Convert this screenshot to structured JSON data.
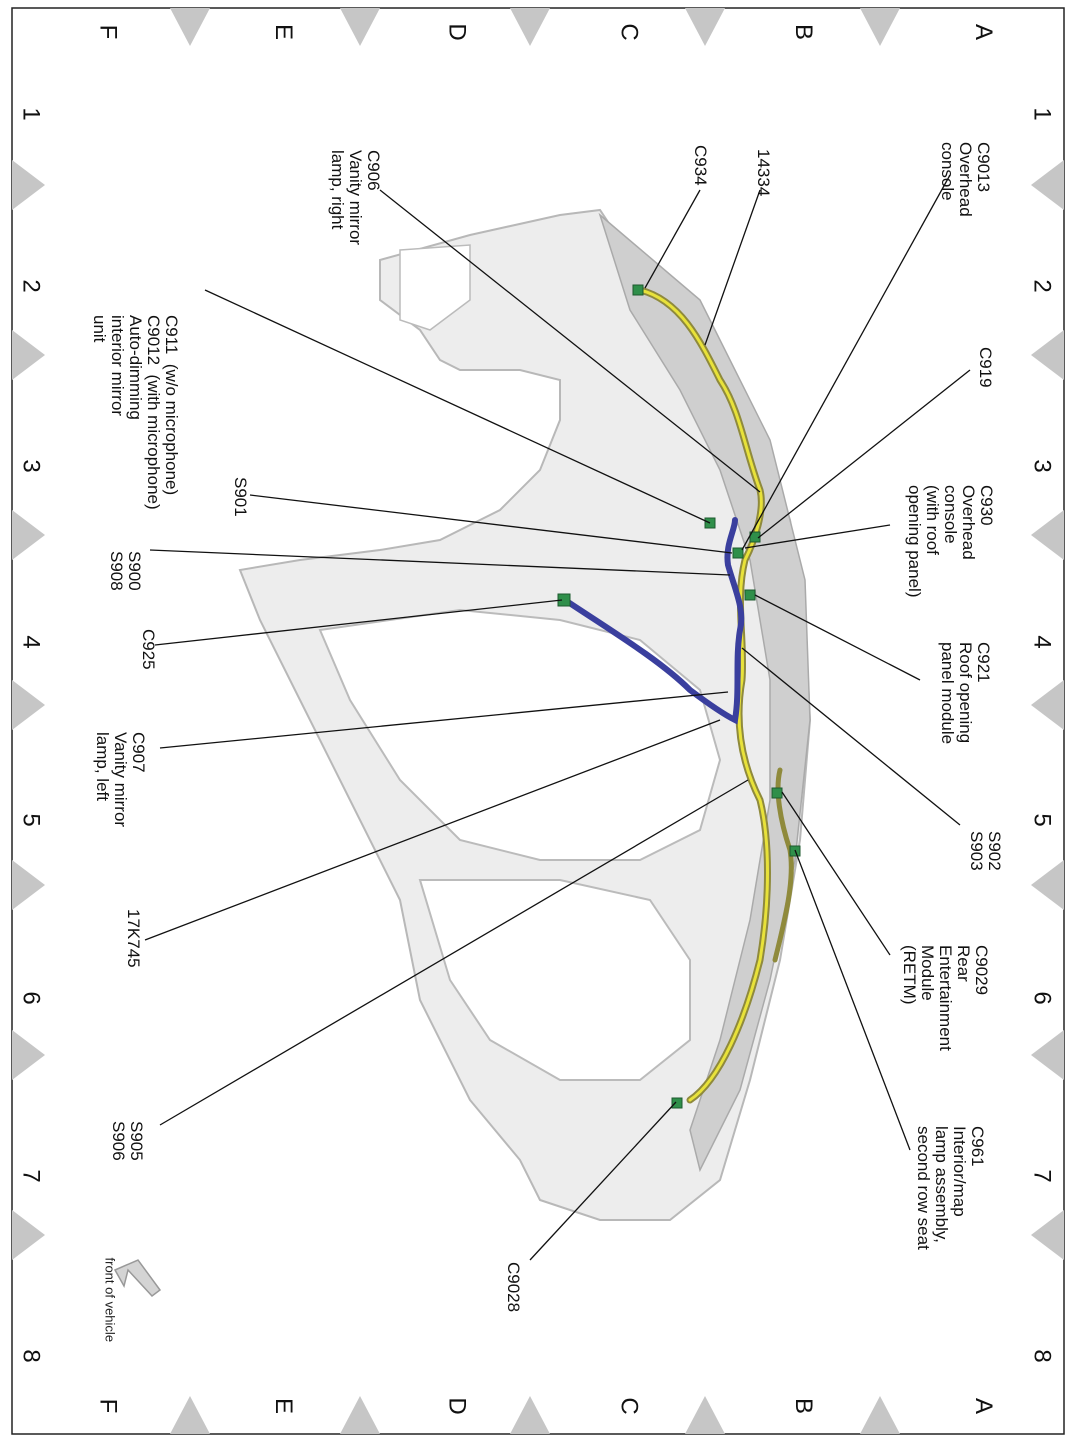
{
  "grid": {
    "rows": [
      "A",
      "B",
      "C",
      "D",
      "E",
      "F"
    ],
    "cols": [
      "1",
      "2",
      "3",
      "4",
      "5",
      "6",
      "7",
      "8"
    ]
  },
  "labels": {
    "c9013": "C9013\nOverhead\nconsole",
    "l14334": "14334",
    "c934": "C934",
    "c906": "C906\nVanity mirror\nlamp, right",
    "c919": "C919",
    "c911": "C911  (w/o microphone)\nC9012  (with microphone)\nAuto-dimming\ninterior mirror\nunit",
    "c930": "C930\nOverhead\nconsole\n(with roof\nopening panel)",
    "s901": "S901",
    "s900": "S900\nS908",
    "c921": "C921\nRoof opening\npanel module",
    "c925": "C925",
    "c907": "C907\nVanity mirror\nlamp, left",
    "s902": "S902\nS903",
    "c9029": "C9029\nRear\nEntertainment\nModule\n(RETM)",
    "l17k745": "17K745",
    "c961": "C961\nInterior/map\nlamp assembly,\nsecond row seat",
    "s905": "S905\nS906",
    "c9028": "C9028",
    "front": "front of vehicle"
  },
  "colors": {
    "harness_yellow": "#e8e23a",
    "harness_olive": "#8f8a3c",
    "harness_blue": "#3a3f9e",
    "connector_green": "#2f8f4a",
    "frame_gray": "#c6c6c6",
    "roof_gray": "#c9c9c9"
  }
}
